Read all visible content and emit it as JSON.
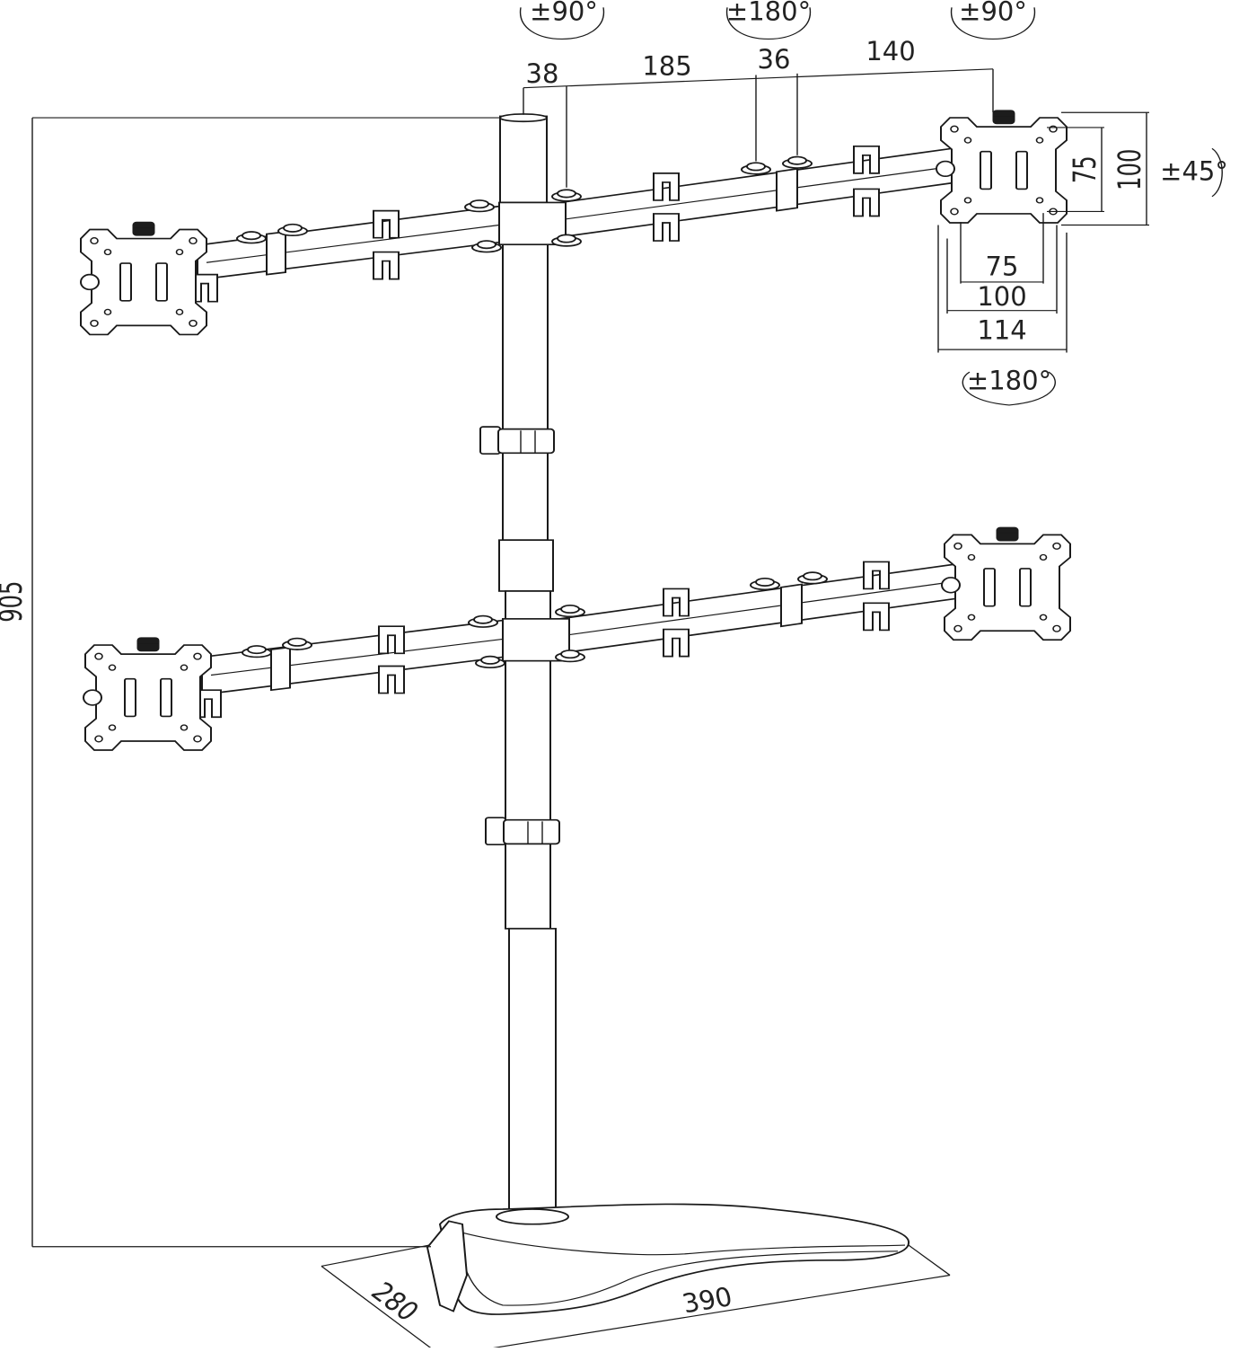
{
  "diagram": {
    "rotation_labels": {
      "top_left_tilt": "±90°",
      "top_center_swivel": "±180°",
      "top_right_tilt": "±90°",
      "side_tilt": "±45°",
      "vesa_rotation": "±180°"
    },
    "arm_dimensions": {
      "pole_offset": "38",
      "arm_segment_1": "185",
      "joint_width": "36",
      "arm_segment_2": "140"
    },
    "vesa_dimensions": {
      "vertical_small": "75",
      "vertical_large": "100",
      "horizontal_small": "75",
      "horizontal_large": "100",
      "plate_width": "114"
    },
    "overall_dimensions": {
      "height": "905",
      "base_depth": "280",
      "base_width": "390"
    }
  }
}
